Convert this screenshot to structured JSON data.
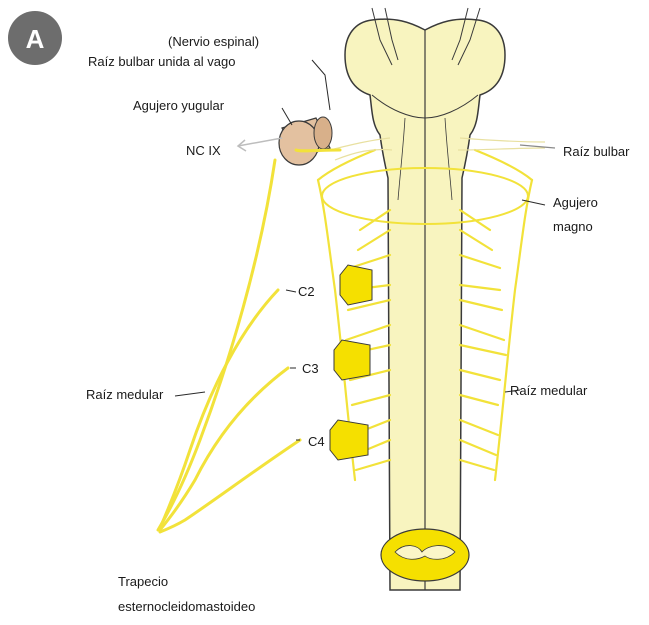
{
  "badge": "A",
  "labels": {
    "nervio_espinal": "(Nervio espinal)",
    "raiz_bulbar_vago": "Raíz bulbar unida al vago",
    "agujero_yugular": "Agujero yugular",
    "nc_ix": "NC IX",
    "raiz_bulbar": "Raíz bulbar",
    "agujero_magno_1": "Agujero",
    "agujero_magno_2": "magno",
    "c2": "C2",
    "c3": "C3",
    "c4": "C4",
    "raiz_medular_left": "Raíz medular",
    "raiz_medular_right": "Raíz medular",
    "trapecio_1": "Trapecio",
    "trapecio_2": "esternocleidomastoideo"
  },
  "colors": {
    "nerve": "#f2e23a",
    "nerve_stroke": "#e6d100",
    "cord_fill": "#f8f4bf",
    "cord_outline": "#3a3a3a",
    "foramen_fill": "#e3c1a0",
    "badge": "#6d6d6d",
    "cross_section": "#f5e000"
  }
}
